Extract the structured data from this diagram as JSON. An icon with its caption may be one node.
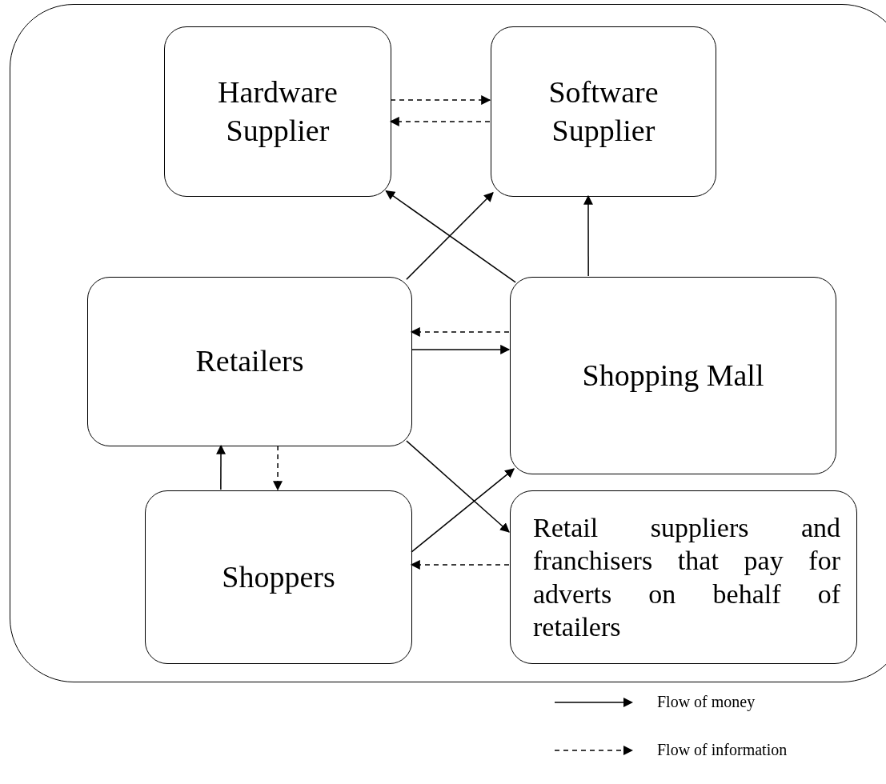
{
  "diagram": {
    "nodes": [
      {
        "text": [],
        "shape": "box"
      },
      {
        "text": [
          "Hardware Supplier"
        ],
        "in": 0
      },
      {
        "text": [
          "Software Supplier"
        ],
        "in": 0
      },
      {
        "text": [
          "Retailers"
        ],
        "in": 0
      },
      {
        "text": [
          "Shopping Mall"
        ],
        "in": 0
      },
      {
        "text": [
          "Shoppers"
        ],
        "in": 0
      },
      {
        "text": [
          "Retail suppliers and franchisers that pay for adverts on behalf of retailers"
        ],
        "in": 0
      }
    ],
    "edges": [
      {
        "from": 1,
        "to": 2,
        "arrow": "to",
        "style": "dashed"
      },
      {
        "from": 2,
        "to": 1,
        "arrow": "to",
        "style": "dashed"
      },
      {
        "from": 3,
        "to": 2,
        "arrow": "to"
      },
      {
        "from": 4,
        "to": 1,
        "arrow": "to"
      },
      {
        "from": 4,
        "to": 2,
        "arrow": "to"
      },
      {
        "from": 4,
        "to": 3,
        "arrow": "to",
        "style": "dashed"
      },
      {
        "from": 3,
        "to": 4,
        "arrow": "to"
      },
      {
        "from": 5,
        "to": 3,
        "arrow": "to"
      },
      {
        "from": 3,
        "to": 5,
        "arrow": "to",
        "style": "dashed"
      },
      {
        "from": 5,
        "to": 4,
        "arrow": "to"
      },
      {
        "from": 3,
        "to": 6,
        "arrow": "to"
      },
      {
        "from": 6,
        "to": 5,
        "arrow": "to",
        "style": "dashed"
      }
    ],
    "legend": [
      {
        "text": "Flow of money"
      },
      {
        "text": "Flow of information"
      }
    ]
  }
}
